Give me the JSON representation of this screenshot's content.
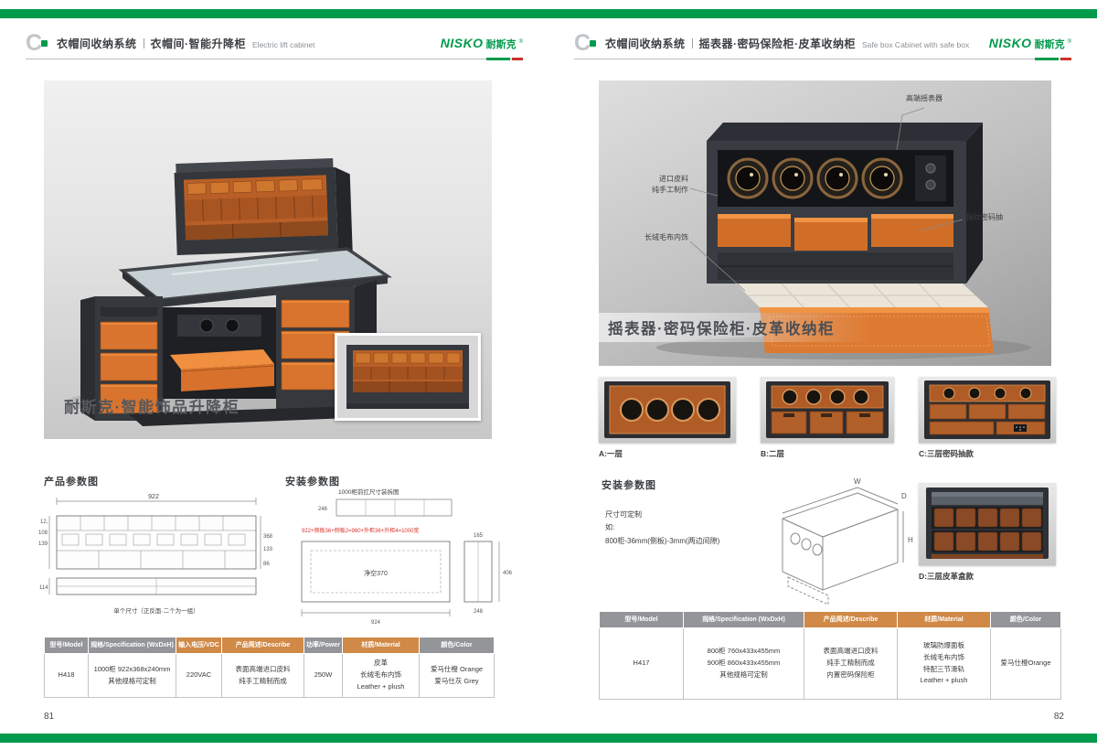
{
  "brand": {
    "mark": "C",
    "name": "NISKO",
    "name_cn": "耐斯克",
    "reg": "®",
    "green": "#009a4c",
    "red": "#c8342c",
    "orange": "#e1762b"
  },
  "left_page": {
    "page_number": "81",
    "header": {
      "system": "衣帽间收纳系统",
      "title": "衣帽间·智能升降柜",
      "title_en": "Electric lift cabinet"
    },
    "hero": {
      "caption": "耐斯克·智能饰品升降柜"
    },
    "product_params": {
      "title": "产品参数图",
      "dims": {
        "overall_w": "922",
        "seg1": "12,",
        "seg2": "108",
        "seg3": "139",
        "h_overall": "368",
        "h_mid": "133",
        "h_bottom": "86",
        "base_h": "114"
      },
      "note": "单个尺寸（正反面·二个为一组）"
    },
    "install_params": {
      "title": "安装参数图",
      "drawing_title": "1000柜前扛尺寸装拆图",
      "formula": "922+侧板36+侧板2=960+外柜36+外柜4=1000宽",
      "clearance": "净空370",
      "dim_bottom": "924",
      "dim_right": "406",
      "dim_left": "246",
      "dim_top": "165",
      "dim_bottom2": "248"
    },
    "table": {
      "headers": [
        "型号/Model",
        "规格/Specification (WxDxH)",
        "输入电压/VDC",
        "产品简述/Describe",
        "功率/Power",
        "材质/Material",
        "颜色/Color"
      ],
      "row": [
        "H418",
        "1000柜 922x368x240mm\n其他规格可定制",
        "220VAC",
        "表面高端进口皮料\n纯手工精制而成",
        "250W",
        "皮革\n长绒毛布内饰\nLeather + plush",
        "爱马仕橙 Orange\n爱马仕灰 Grey"
      ]
    }
  },
  "right_page": {
    "page_number": "82",
    "header": {
      "system": "衣帽间收纳系统",
      "title": "摇表器·密码保险柜·皮革收纳柜",
      "title_en": "Safe box Cabinet with safe box"
    },
    "hero": {
      "caption": "摇表器·密码保险柜·皮革收纳柜",
      "callouts": {
        "winder": "高端摇表器",
        "leather": "进口皮料\n纯手工制作",
        "fingerprint": "指纹密码抽",
        "plush": "长绒毛布内饰"
      }
    },
    "details": [
      "A:一层",
      "B:二层",
      "C:三层密码抽款",
      "D:三层皮革盒款"
    ],
    "install_params": {
      "title": "安装参数图",
      "note": "尺寸可定制\n如:\n800柜-36mm(侧板)-3mm(两边间隙)",
      "w": "W",
      "d": "D",
      "h": "H"
    },
    "table": {
      "headers": [
        "型号/Model",
        "规格/Specification (WxDxH)",
        "产品简述/Describe",
        "材质/Material",
        "颜色/Color"
      ],
      "row": [
        "H417",
        "800柜 760x433x455mm\n900柜 860x433x455mm\n其他规格可定制",
        "表面高端进口皮料\n纯手工精制而成\n内置密码保险柜",
        "玻璃防爆面板\n长绒毛布内饰\n特配三节滑轨\nLeather + plush",
        "爱马仕橙Orange"
      ]
    }
  }
}
